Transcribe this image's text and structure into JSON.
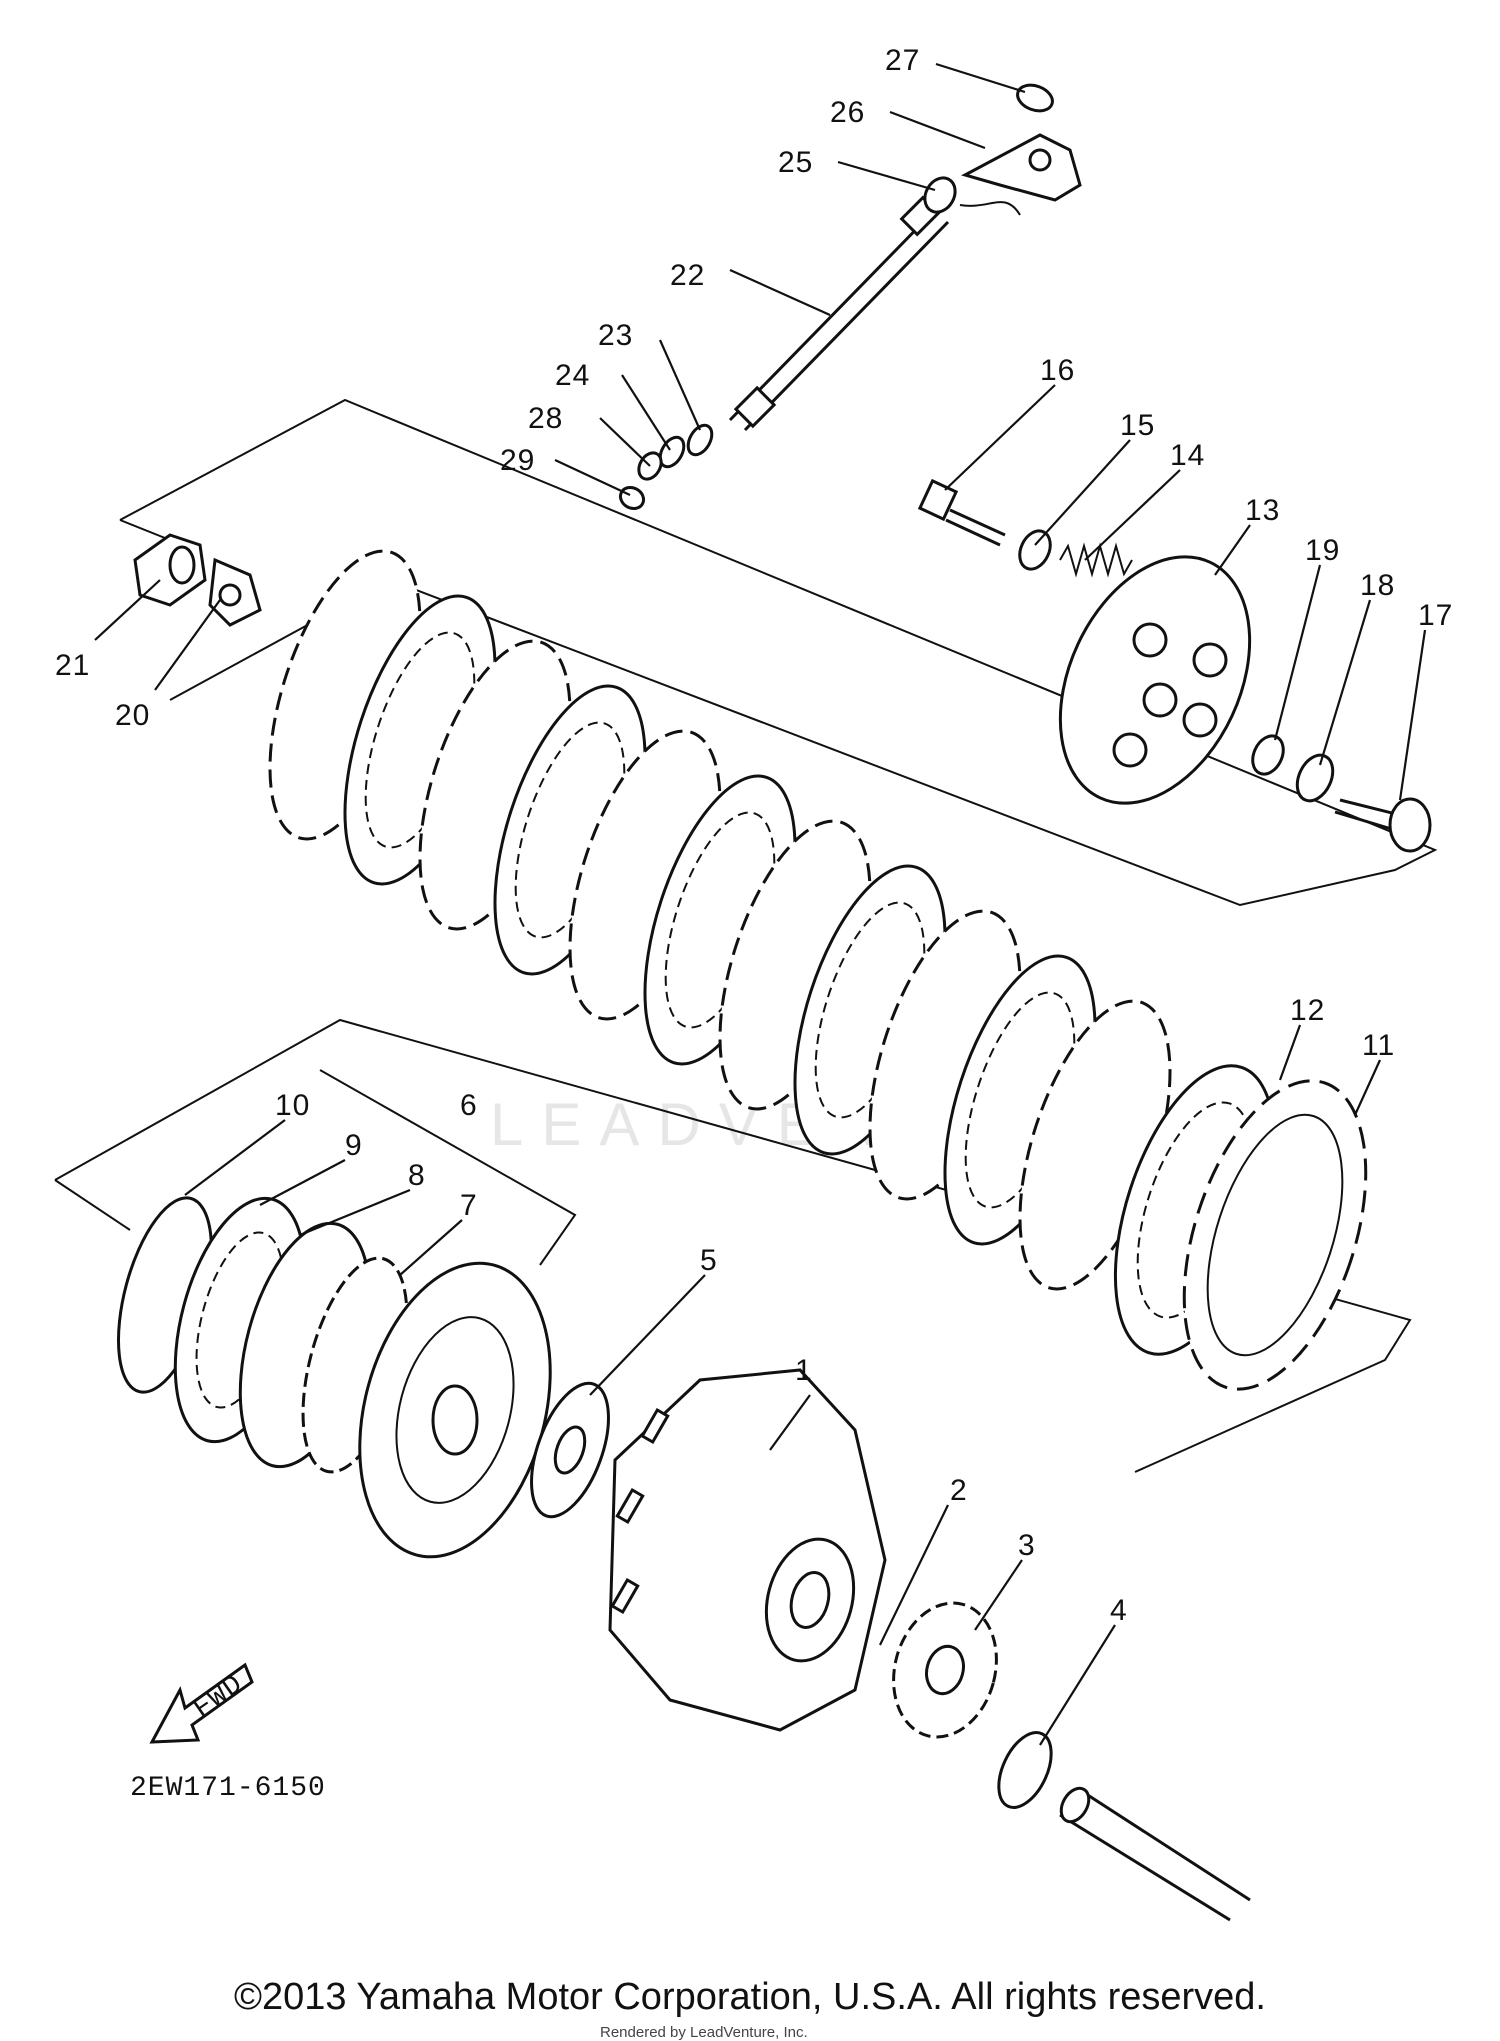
{
  "diagram_code": "2EW171-6150",
  "fwd_label": "FWD",
  "watermark": "LEADVENTURE",
  "copyright": "©2013 Yamaha Motor Corporation, U.S.A. All rights reserved.",
  "render_credit": "Rendered by LeadVenture, Inc.",
  "callouts": [
    "1",
    "2",
    "3",
    "4",
    "5",
    "6",
    "7",
    "8",
    "9",
    "10",
    "11",
    "12",
    "13",
    "14",
    "15",
    "16",
    "17",
    "18",
    "19",
    "20",
    "21",
    "22",
    "23",
    "24",
    "25",
    "26",
    "27",
    "28",
    "29"
  ]
}
